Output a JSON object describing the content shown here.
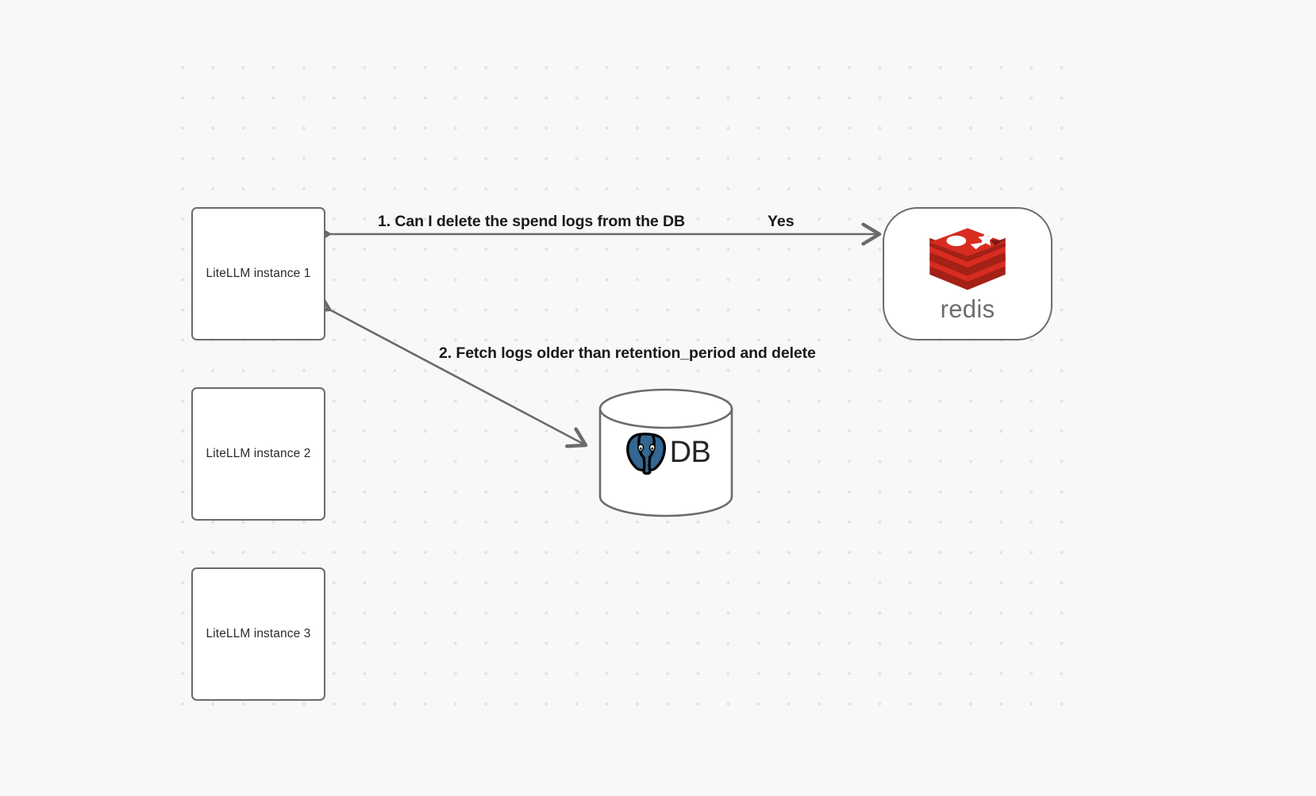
{
  "canvas": {
    "background_color": "#f8f8f8",
    "grid": "dot-grid",
    "grid_dot_color": "#e2e2e2"
  },
  "nodes": [
    {
      "id": "litellm-1",
      "label": "LiteLLM instance 1",
      "shape": "rounded-rectangle",
      "border_color": "#6b6b6b",
      "fill": "#ffffff"
    },
    {
      "id": "litellm-2",
      "label": "LiteLLM instance 2",
      "shape": "rounded-rectangle",
      "border_color": "#6b6b6b",
      "fill": "#ffffff"
    },
    {
      "id": "litellm-3",
      "label": "LiteLLM instance 3",
      "shape": "rounded-rectangle",
      "border_color": "#6b6b6b",
      "fill": "#ffffff"
    },
    {
      "id": "redis",
      "label": "redis",
      "shape": "stadium",
      "logo": "redis-logo",
      "logo_color": "#d82c20",
      "wordmark_color": "#6d6d6d"
    },
    {
      "id": "db",
      "label": "DB",
      "shape": "cylinder",
      "logo": "postgresql-elephant-icon",
      "logo_color": "#336791"
    }
  ],
  "edges": [
    {
      "id": "edge-1",
      "from": "litellm-1",
      "to": "redis",
      "label": "1.  Can I delete the spend logs from the DB",
      "reply_label": "Yes",
      "arrowheads": "both",
      "color": "#6b6b6b"
    },
    {
      "id": "edge-2",
      "from": "litellm-1",
      "to": "db",
      "label": "2.  Fetch logs older than retention_period and delete",
      "arrowheads": "both",
      "color": "#6b6b6b"
    }
  ],
  "colors": {
    "stroke": "#6b6b6b",
    "text": "#1a1a1a",
    "node_text": "#2b2b2b",
    "redis_red": "#d82c20",
    "redis_red_dark": "#a32116",
    "postgres_blue": "#336791"
  }
}
